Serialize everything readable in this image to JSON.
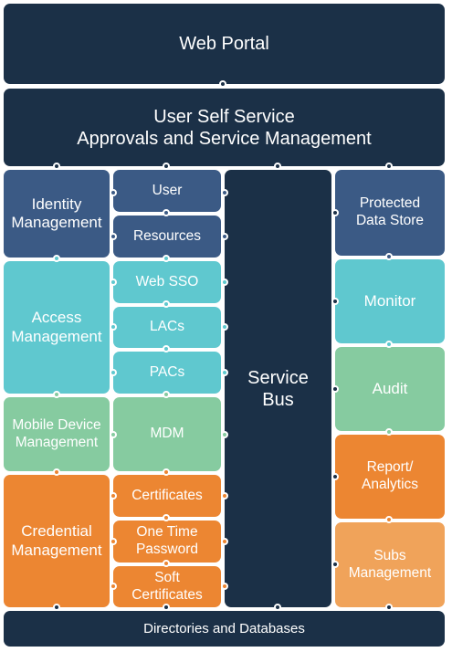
{
  "top": {
    "web_portal": "Web Portal",
    "self_service_line1": "User Self Service",
    "self_service_line2": "Approvals and Service Management"
  },
  "left_column": {
    "identity_line1": "Identity",
    "identity_line2": "Management",
    "access_line1": "Access",
    "access_line2": "Management",
    "mdm_line1": "Mobile Device",
    "mdm_line2": "Management",
    "credential_line1": "Credential",
    "credential_line2": "Management"
  },
  "middle_column": {
    "user": "User",
    "resources": "Resources",
    "web_sso": "Web SSO",
    "lacs": "LACs",
    "pacs": "PACs",
    "mdm": "MDM",
    "certificates": "Certificates",
    "otp_line1": "One Time",
    "otp_line2": "Password",
    "soft_line1": "Soft",
    "soft_line2": "Certificates"
  },
  "service_bus": {
    "line1": "Service",
    "line2": "Bus"
  },
  "right_column": {
    "protected_line1": "Protected",
    "protected_line2": "Data Store",
    "monitor": "Monitor",
    "audit": "Audit",
    "report_line1": "Report/",
    "report_line2": "Analytics",
    "subs_line1": "Subs",
    "subs_line2": "Management"
  },
  "bottom": {
    "directories": "Directories and Databases"
  },
  "colors": {
    "navy": "#1b3047",
    "slate": "#3b5a85",
    "teal": "#5fc8cf",
    "green": "#86cba0",
    "orange": "#ec8632",
    "light_orange": "#f0a35a"
  }
}
